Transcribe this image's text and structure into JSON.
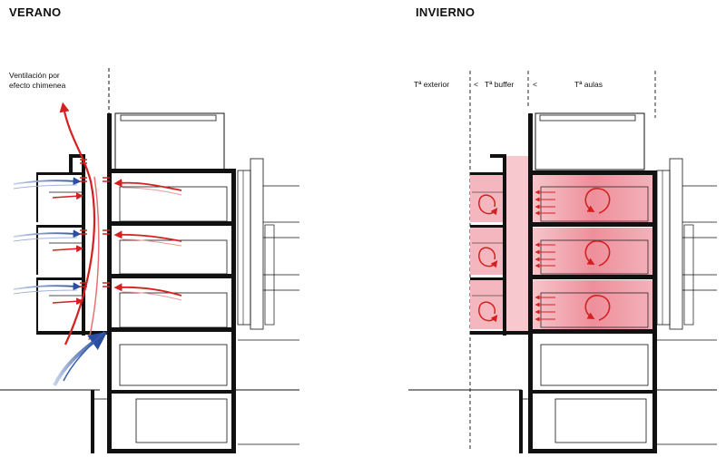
{
  "summer": {
    "title": "VERANO",
    "ventilation_label_line1": "Ventilación por",
    "ventilation_label_line2": "efecto chimenea"
  },
  "winter": {
    "title": "INVIERNO",
    "zone_labels": [
      "Tª exterior",
      "Tª buffer",
      "Tª aulas"
    ],
    "comparison_symbols": [
      "<",
      "<"
    ]
  },
  "colors": {
    "warm_air": "#d42020",
    "cool_air": "#2a4fa0",
    "heated_zone": "#f0a6b0",
    "buffer_zone": "#f7c9cf",
    "structure": "#111111"
  }
}
